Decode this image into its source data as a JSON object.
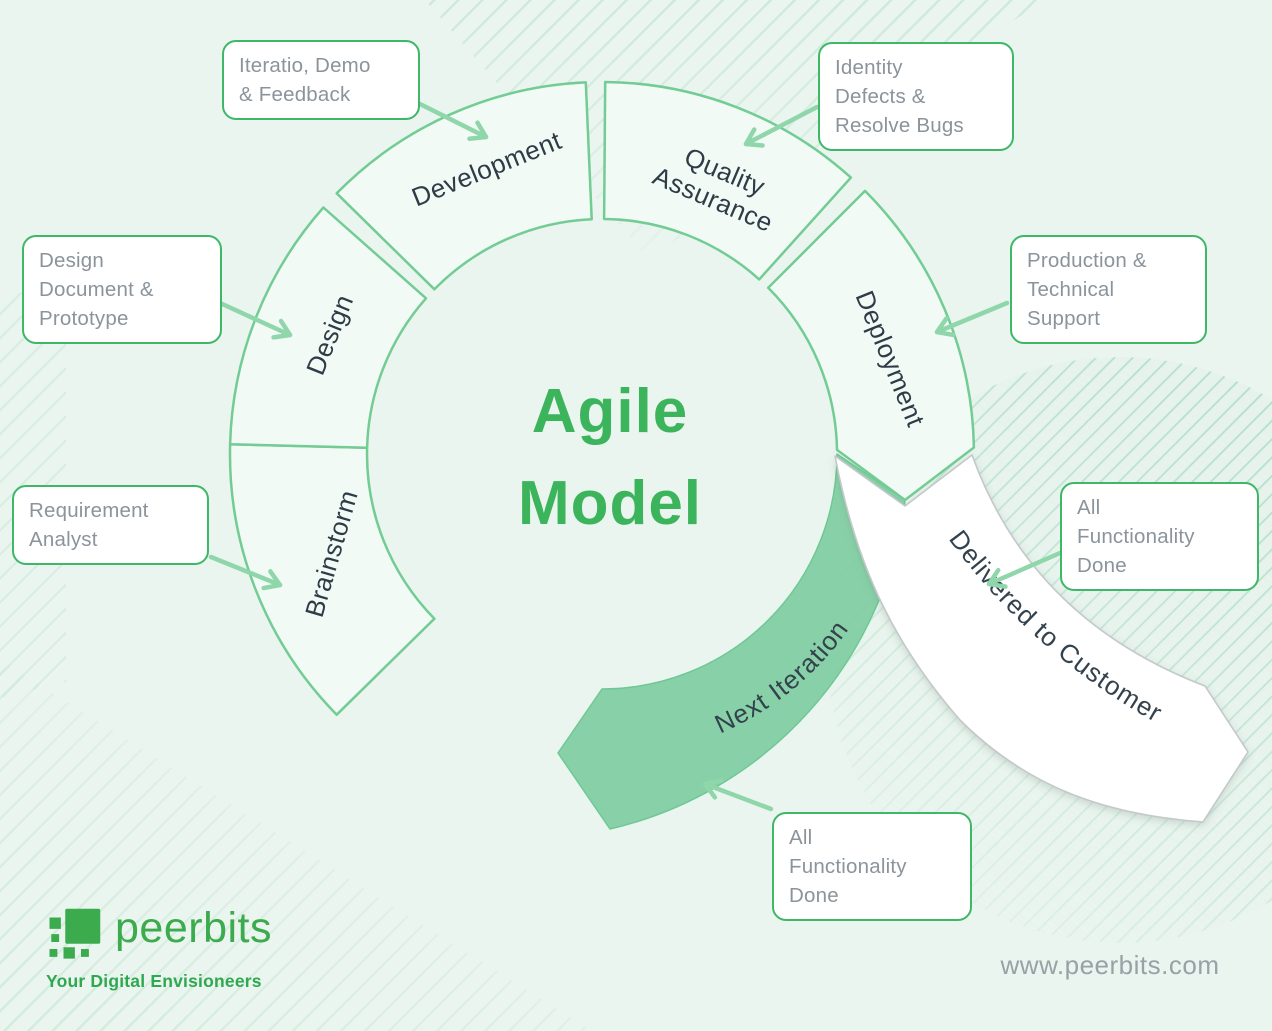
{
  "title": {
    "line1": "Agile",
    "line2": "Model"
  },
  "ring": {
    "segments": [
      {
        "label": "Brainstorm"
      },
      {
        "label": "Design"
      },
      {
        "label": "Development"
      },
      {
        "label_line1": "Quality",
        "label_line2": "Assurance"
      },
      {
        "label": "Deployment"
      }
    ],
    "bands": [
      {
        "label": "Next Iteration"
      },
      {
        "label": "Delivered to Customer"
      }
    ]
  },
  "callouts": [
    {
      "lines": [
        "Iteratio, Demo",
        "& Feedback"
      ]
    },
    {
      "lines": [
        "Identity",
        "Defects &",
        "Resolve Bugs"
      ]
    },
    {
      "lines": [
        "Design",
        "Document &",
        "Prototype"
      ]
    },
    {
      "lines": [
        "Production &",
        "Technical",
        "Support"
      ]
    },
    {
      "lines": [
        "Requirement",
        "Analyst"
      ]
    },
    {
      "lines": [
        "All",
        "Functionality",
        "Done"
      ]
    },
    {
      "lines": [
        "All",
        "Functionality",
        "Done"
      ]
    }
  ],
  "footer": {
    "brand": "peerbits",
    "tagline": "Your Digital Envisioneers",
    "website": "www.peerbits.com"
  },
  "colors": {
    "background": "#eaf5ef",
    "accent_green": "#3cb45c",
    "segment_fill": "#f2faf5",
    "segment_stroke": "#72cc93",
    "next_iteration_fill": "#85d0a6",
    "delivered_band_fill": "#ffffff",
    "delivered_band_stroke": "#c3c8cb",
    "callout_border": "#3eb767",
    "callout_text": "#8b939b",
    "segment_label_text": "#2e3c47",
    "arrow": "#8fd6ab",
    "logo_green": "#3cab4e",
    "website_text": "#98a1a6"
  }
}
